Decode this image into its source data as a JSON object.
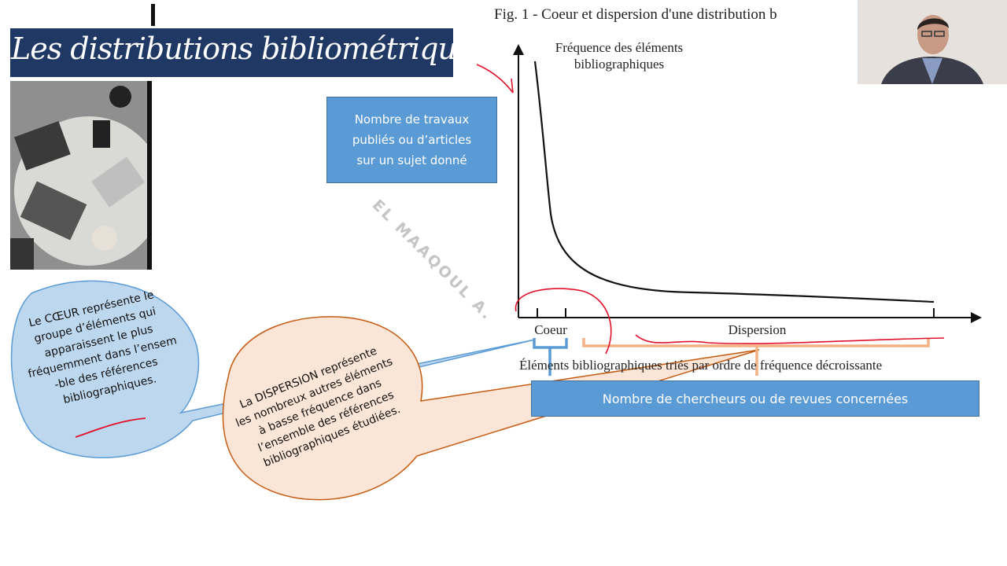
{
  "slide": {
    "title": "Les distributions  bibliométriques ? ..",
    "figure_caption": "Fig. 1 - Coeur et dispersion d'une distribution b",
    "watermark": "EL MAAQOUL A."
  },
  "chart": {
    "ylabel_line1": "Fréquence des éléments",
    "ylabel_line2": "bibliographiques",
    "xlabel_coeur": "Coeur",
    "xlabel_dispersion": "Dispersion",
    "xaxis_title": "Éléments bibliographiques triés par ordre de fréquence décroissante"
  },
  "boxes": {
    "travaux": "Nombre de travaux publiés ou d’articles sur un sujet donné",
    "chercheurs": "Nombre de chercheurs ou de revues concernées"
  },
  "callouts": {
    "coeur": [
      "Le CŒUR représente le",
      "groupe d’éléments qui",
      "apparaissent le plus",
      "fréquemment dans l’ensem",
      "-ble des références",
      "bibliographiques."
    ],
    "dispersion": [
      "La DISPERSION représente",
      "les nombreux autres éléments",
      "à basse fréquence dans",
      "l’ensemble des références",
      "bibliographiques étudiées."
    ]
  },
  "colors": {
    "title_bg": "#1f3864",
    "box_blue": "#5b9bd5",
    "callout_blue": "#bdd7ee",
    "callout_orange": "#fbe5d6",
    "bracket_blue": "#5b9bd5",
    "bracket_orange": "#f4b183",
    "annotation_red": "#e0102a"
  }
}
